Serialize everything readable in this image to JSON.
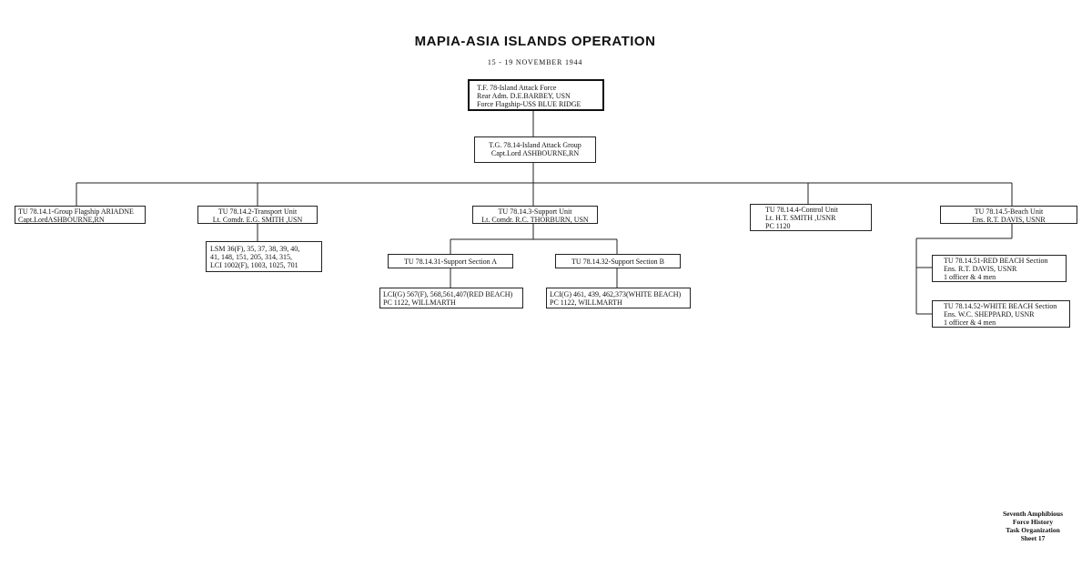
{
  "title": "MAPIA-ASIA ISLANDS OPERATION",
  "subtitle": "15 - 19 NOVEMBER 1944",
  "nodes": {
    "tf78": {
      "lines": [
        "T.F. 78-Island Attack Force",
        "Rear Adm. D.E.BARBEY, USN",
        "Force Flagship-USS BLUE RIDGE"
      ]
    },
    "tg7814": {
      "lines": [
        "T.G. 78.14-Island Attack Group",
        "Capt.Lord ASHBOURNE,RN"
      ]
    },
    "tu78141": {
      "lines": [
        "TU 78.14.1-Group Flagship ARIADNE",
        "Capt.LordASHBOURNE,RN"
      ]
    },
    "tu78142": {
      "lines": [
        "TU 78.14.2-Transport Unit",
        "Lt. Comdr. E.G. SMITH ,USN"
      ]
    },
    "tu78142_ships": {
      "lines": [
        "LSM 36(F), 35, 37, 38, 39, 40,",
        "41, 148, 151, 205, 314, 315,",
        "LCI 1002(F), 1003, 1025, 701"
      ]
    },
    "tu78143": {
      "lines": [
        "TU 78.14.3-Support Unit",
        "Lt. Comdr. R.C. THORBURN, USN"
      ]
    },
    "tu781431": {
      "lines": [
        "TU 78.14.31-Support Section A"
      ]
    },
    "tu781431_ships": {
      "lines": [
        "LCI(G) 567(F), 568,561,407(RED BEACH)",
        "PC 1122, WILLMARTH"
      ]
    },
    "tu781432": {
      "lines": [
        "TU 78.14.32-Support Section B"
      ]
    },
    "tu781432_ships": {
      "lines": [
        "LCI(G) 461, 439, 462,373(WHITE BEACH)",
        "PC 1122, WILLMARTH"
      ]
    },
    "tu78144": {
      "lines": [
        "TU 78.14.4-Control Unit",
        "Lt. H.T. SMITH ,USNR",
        "PC 1120"
      ]
    },
    "tu78145": {
      "lines": [
        "TU 78.14.5-Beach Unit",
        "Ens. R.T. DAVIS, USNR"
      ]
    },
    "tu781451": {
      "lines": [
        "TU 78.14.51-RED BEACH Section",
        "Ens. R.T. DAVIS, USNR",
        "1 officer & 4 men"
      ]
    },
    "tu781452": {
      "lines": [
        "TU 78.14.52-WHITE BEACH Section",
        "Ens. W.C. SHEPPARD, USNR",
        "1 officer & 4 men"
      ]
    }
  },
  "footer": [
    "Seventh Amphibious",
    "Force History",
    "Task Organization",
    "Sheet 17"
  ]
}
